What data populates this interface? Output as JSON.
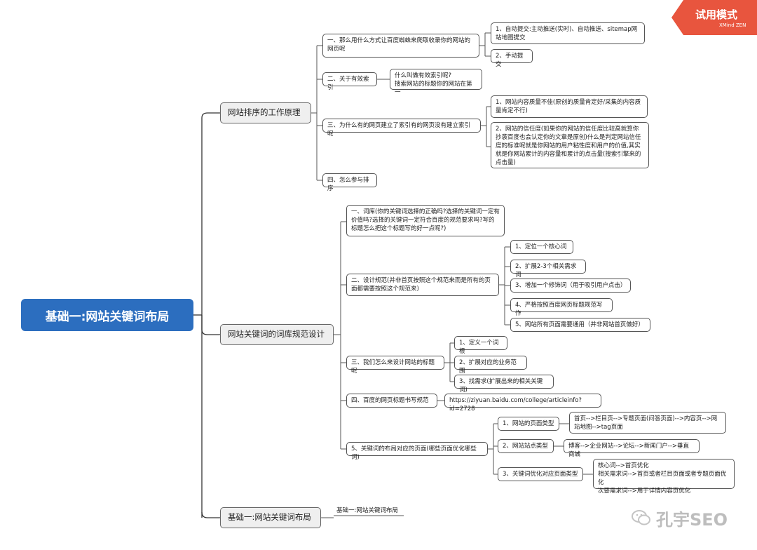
{
  "root": {
    "title": "基础一:网站关键词布局"
  },
  "badge": {
    "title": "试用模式",
    "brand": "XMind ZEN"
  },
  "watermark": {
    "text": "孔宇SEO"
  },
  "branch1": {
    "title": "网站排序的工作原理",
    "q1": {
      "text": "一、那么用什么方式让百度蜘蛛来爬取收录你的网站的网页呢",
      "a1": "1、自动提交:主动推送(实时)、自动推送、sitemap网站地图提交",
      "a2": "2、手动提交"
    },
    "q2": {
      "text": "二、关于有效索引",
      "a1": "什么叫做有效索引呢?\n搜索网站的标题你的网站在第一"
    },
    "q3": {
      "text": "三、为什么有的网页建立了索引有的网页没有建立索引呢",
      "a1": "1、网站内容质量不佳(原创的质量肯定好/采集的内容质量肯定不行)",
      "a2": "2、网站的信任度(如果你的网站的信任度比较高就算你抄袭百度也会认定你的文章是原创)什么是判定网站信任度的标准呢就是你网站的用户粘性度和用户的价值,其实就是你网站累计的内容量和累计的点击量(搜索引擎来的点击量)"
    },
    "q4": {
      "text": "四、怎么参与排序"
    }
  },
  "branch2": {
    "title": "网站关键词的词库规范设计",
    "q1": {
      "text": "一、词库(你的关键词选择的正确吗?选择的关键词一定有价值吗?选择的关键词一定符合百度的规范要求吗?写的标题怎么把这个标题写的好一点呢?)"
    },
    "q2": {
      "text": "二、设计规范(并非首页按照这个规范来而是所有的页面都需要按照这个规范来)",
      "items": [
        "1、定位一个核心词",
        "2、扩展2-3个相关需求词",
        "3、增加一个修饰词（用于吸引用户点击）",
        "4、严格按照百度网页标题规范写作",
        "5、网站所有页面需要通用（并非网站首页做好）"
      ]
    },
    "q3": {
      "text": "三、我们怎么来设计网站的标题呢",
      "items": [
        "1、定义一个词根",
        "2、扩展对应的业务范围",
        "3、找需求(扩展出来的相关关键词)"
      ]
    },
    "q4": {
      "text": "四、百度的网页标题书写规范",
      "link": "https://ziyuan.baidu.com/college/articleinfo?id=2728"
    },
    "q5": {
      "text": "5、关键词的布局对应的页面(哪些页面优化哪些词)",
      "s1": {
        "text": "1、网站的页面类型",
        "detail": "首页-->栏目页-->专题页面(问答页面)-->内容页-->网站地图-->tag页面"
      },
      "s2": {
        "text": "2、网站站点类型",
        "detail": "博客-->企业网站-->论坛-->新闻门户-->垂直商城"
      },
      "s3": {
        "text": "3、关键词优化对应页面类型",
        "detail": "核心词-->首页优化\n相关需求词-->首页或者栏目页面或者专题页面优化\n次要需求词-->用于详情内容页优化"
      }
    }
  },
  "branch3": {
    "title": "基础一:网站关键词布局",
    "note": "基础一:网站关键词布局"
  }
}
